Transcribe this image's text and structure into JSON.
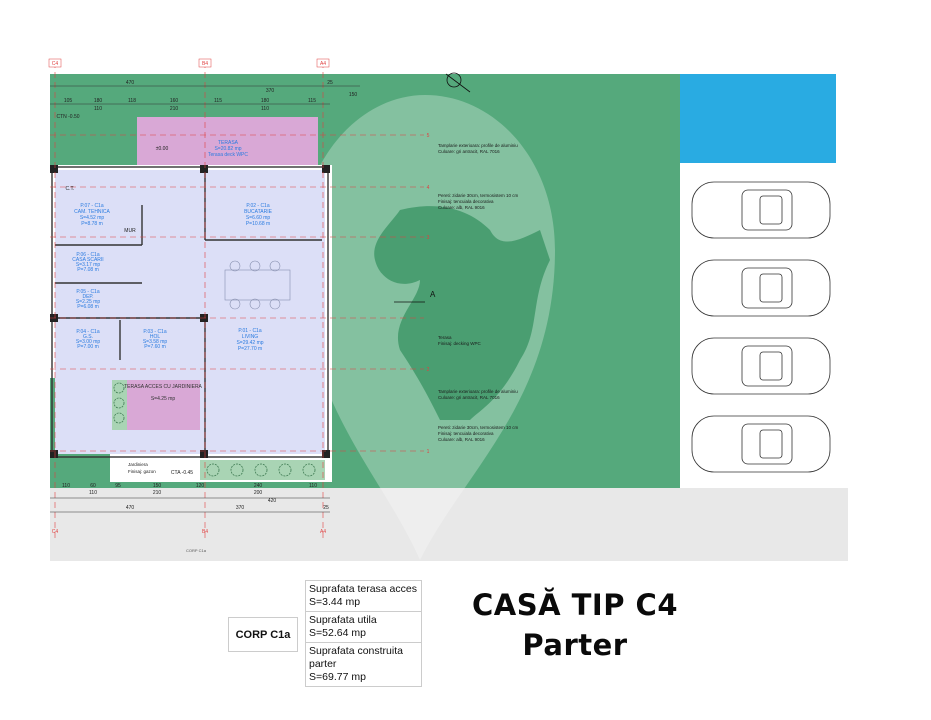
{
  "colors": {
    "site_green": "#55a97c",
    "pool_blue": "#29abe2",
    "interior": "#dcdff7",
    "terrace_pink": "#d9a8d6",
    "paving_gray": "#e8e8e8",
    "axis_red": "#e04040",
    "room_text": "#2a7be0"
  },
  "axes": {
    "top": [
      "C4",
      "B4",
      "A4"
    ],
    "bottom": [
      "C4",
      "B4",
      "A4"
    ],
    "right": [
      "5",
      "4",
      "3",
      "2",
      "1"
    ]
  },
  "dimensions": {
    "top_total": [
      "470",
      "370",
      "25",
      "150"
    ],
    "top_partial": [
      "105",
      "180",
      "110",
      "118",
      "160",
      "210",
      "115",
      "180",
      "110",
      "115"
    ],
    "bottom_partial": [
      "110",
      "60",
      "110",
      "95",
      "150",
      "210",
      "120",
      "240",
      "200",
      "420",
      "110"
    ],
    "bottom_total": [
      "470",
      "370",
      "25"
    ]
  },
  "rooms": [
    {
      "name": "P.07 - C1a",
      "label": "CAM. TEHNICA",
      "area": "S=4.52 mp",
      "perimeter": "P=8.78 m"
    },
    {
      "name": "P.06 - C1a",
      "label": "CASA SCARII",
      "area": "S=3.17 mp",
      "perimeter": "P=7.08 m"
    },
    {
      "name": "P.05 - C1a",
      "label": "DEP.",
      "area": "S=2.25 mp",
      "perimeter": "P=6.08 m"
    },
    {
      "name": "P.04 - C1a",
      "label": "G.S.",
      "area": "S=3.00 mp",
      "perimeter": "P=7.00 m"
    },
    {
      "name": "P.03 - C1a",
      "label": "HOL",
      "area": "S=3.58 mp",
      "perimeter": "P=7.60 m"
    },
    {
      "name": "P.02 - C1a",
      "label": "BUCATARIE",
      "area": "S=6.60 mp",
      "perimeter": "P=10.68 m"
    },
    {
      "name": "P.01 - C1a",
      "label": "LIVING",
      "area": "S=29.42 mp",
      "perimeter": "P=27.70 m"
    }
  ],
  "terraces": [
    {
      "label": "TERASA",
      "area": "S=20.82 mp",
      "finish": "Terasa deck WPC"
    },
    {
      "label": "TERASA ACCES CU JARDINIERA",
      "area": "S=4.25 mp"
    }
  ],
  "levels": {
    "ctn": "CTN -0.50",
    "cta": "CTA -0.45",
    "floor": "±0.00"
  },
  "plan_labels": {
    "stairs": "MUR",
    "ct": "C.T.",
    "jardiniera": "Jardiniera",
    "jardiniera_finish": "Finisaj: gazon",
    "section": "A",
    "corp_footer": "CORP C1a"
  },
  "notes": [
    "Tamplarie exterioara: profile de aluminiu",
    "Culoare: gri antracit, RAL 7016",
    "Pereti: zidarie 30cm, termosistem 10 cm",
    "Finisaj: tencuiala decorativa",
    "Culoare: alb, RAL 9016",
    "Terasa",
    "Finisaj: decking WPC"
  ],
  "summary": {
    "corp": "CORP C1a",
    "terrace_label": "Suprafata terasa acces",
    "terrace_value": "S=3.44  mp",
    "useful_label": "Suprafata utila",
    "useful_value": "S=52.64  mp",
    "built_label": "Suprafata construita parter",
    "built_value": "S=69.77  mp"
  },
  "title": {
    "line1": "CASĂ TIP C4",
    "line2": "Parter"
  },
  "parking": {
    "cars": 4
  }
}
